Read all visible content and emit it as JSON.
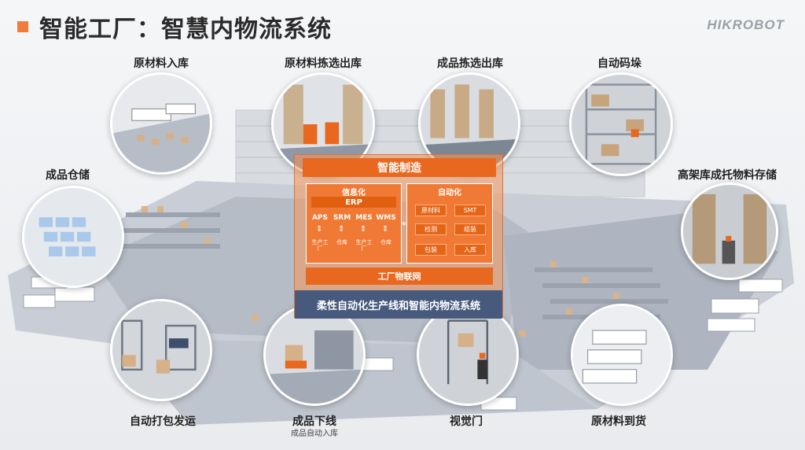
{
  "page": {
    "title": "智能工厂：智慧内物流系统",
    "logo": "HIKROBOT"
  },
  "callouts": [
    {
      "label": "原材料入库"
    },
    {
      "label": "原材料拣选出库"
    },
    {
      "label": "成品拣选出库"
    },
    {
      "label": "自动码垛"
    },
    {
      "label": "成品仓储"
    },
    {
      "label": "高架库成托物料存储"
    },
    {
      "label": "自动打包发运"
    },
    {
      "label": "成品下线",
      "sublabel": "成品自动入库"
    },
    {
      "label": "视觉门"
    },
    {
      "label": "原材料到货"
    }
  ],
  "panel": {
    "header": "智能制造",
    "info": {
      "title": "信息化",
      "erp": "ERP",
      "modules": [
        "APS",
        "SRM",
        "MES",
        "WMS"
      ],
      "icons": [
        "生产工厂",
        "仓库",
        "生产工厂",
        "仓库"
      ]
    },
    "auto": {
      "title": "自动化",
      "chips": [
        "原材料",
        "SMT",
        "检测",
        "组装",
        "包装",
        "入库"
      ]
    },
    "iot": "工厂物联网",
    "footer": "柔性自动化生产线和智能内物流系统"
  },
  "colors": {
    "accent": "#e8681f",
    "footer": "#475a7e",
    "title_square": "#f07c3c"
  }
}
